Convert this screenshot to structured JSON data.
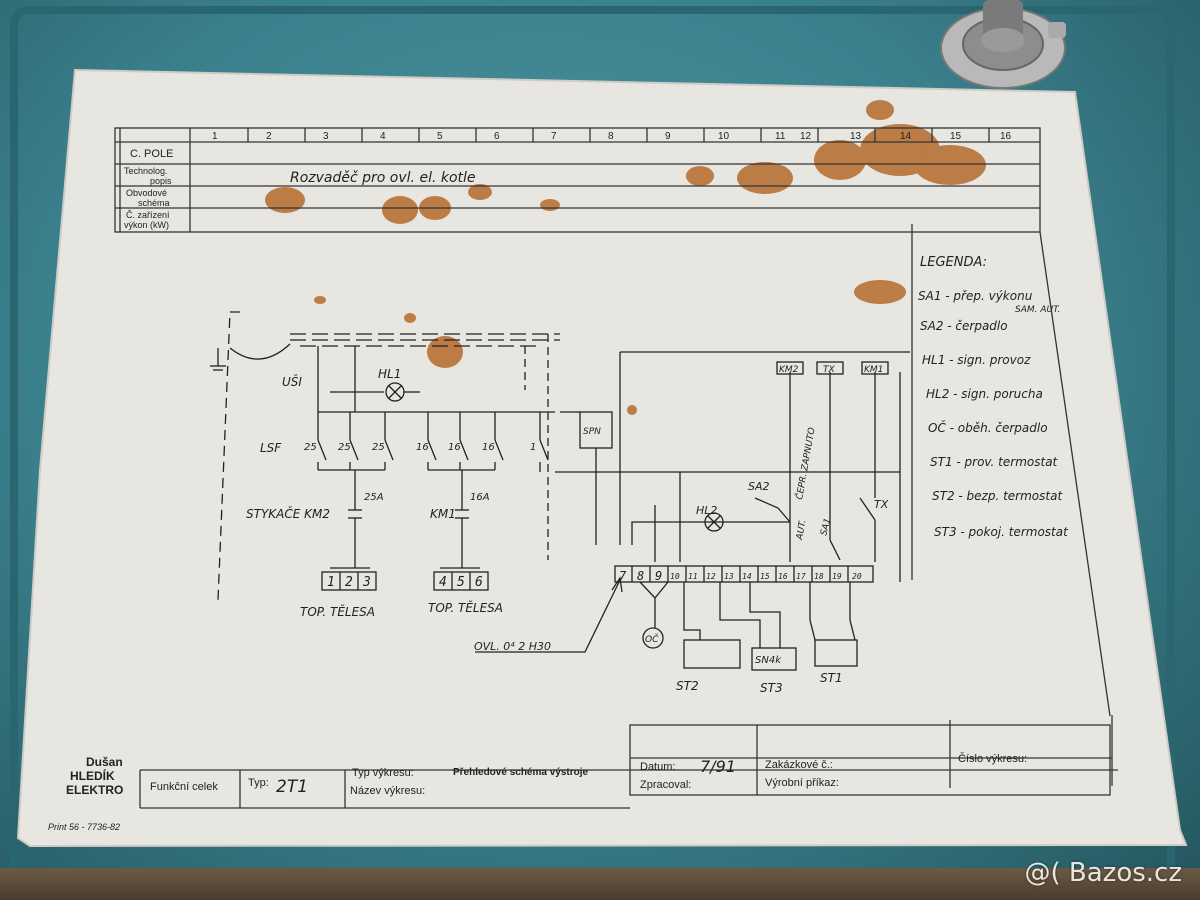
{
  "header": {
    "column_numbers": [
      "1",
      "2",
      "3",
      "4",
      "5",
      "6",
      "7",
      "8",
      "9",
      "10",
      "11",
      "12",
      "13",
      "14",
      "15",
      "16"
    ],
    "c_pole": "C. POLE",
    "technolog_1": "Technolog.",
    "technolog_2": "popis",
    "obvodove_1": "Obvodové",
    "obvodove_2": "schéma",
    "zarizeni_1": "Č. zařízení",
    "zarizeni_2": "výkon (kW)",
    "handwritten_title": "Rozvaděč pro ovl. el. kotle"
  },
  "legend": {
    "title": "LEGENDA:",
    "sam_aut": "SAM. AUT.",
    "items": [
      "SA1 - přep. výkonu",
      "SA2 - čerpadlo",
      "HL1 - sign. provoz",
      "HL2 - sign. porucha",
      "OČ - oběh. čerpadlo",
      "ST1 - prov. termostat",
      "ST2 - bezp. termostat",
      "ST3 - pokoj. termostat"
    ]
  },
  "schematic": {
    "usi": "UŠI",
    "hl1": "HL1",
    "lsf": "LSF",
    "lsf_ratings": [
      "25",
      "25",
      "25",
      "16",
      "16",
      "16",
      "1"
    ],
    "spn": "SPN",
    "stykace": "STYKAČE KM2",
    "km2_rating": "25A",
    "km1": "KM1",
    "km1_rating": "16A",
    "top_telesa": "TOP. TĚLESA",
    "group1_terminals": [
      "1",
      "2",
      "3"
    ],
    "group2_terminals": [
      "4",
      "5",
      "6"
    ],
    "coil_km2": "KM2",
    "coil_tx": "TX",
    "coil_km1": "KM1",
    "zapnuto": "ČEPR. ZAPNUTO",
    "aut": "AUT.",
    "sa2": "SA2",
    "hl2": "HL2",
    "sa1": "SA1",
    "tx_contact": "TX",
    "terminals": [
      "7",
      "8",
      "9",
      "10",
      "11",
      "12",
      "13",
      "14",
      "15",
      "16",
      "17",
      "18",
      "19",
      "20"
    ],
    "oc": "OČ",
    "st2": "ST2",
    "st3": "ST3",
    "st1": "ST1",
    "st3_box": "SN4k",
    "ovl": "OVL. 0⁴ 2 H30"
  },
  "title_block": {
    "company_1": "Dušan",
    "company_2": "HLEDÍK",
    "company_3": "ELEKTRO",
    "funkcni_celek": "Funkční celek",
    "typ_label": "Typ:",
    "typ_value": "2T1",
    "typ_vykresu_label": "Typ výkresu:",
    "typ_vykresu_value": "Přehledové schéma výstroje",
    "nazev_vykresu_label": "Název výkresu:",
    "datum_label": "Datum:",
    "datum_value": "7/91",
    "zpracoval_label": "Zpracoval:",
    "zakazkove_label": "Zakázkové č.:",
    "vyrobni_label": "Výrobní příkaz:",
    "cislo_label": "Číslo výkresu:",
    "print_code": "Print 56 - 7736-82"
  },
  "watermark": "@( Bazos.cz"
}
